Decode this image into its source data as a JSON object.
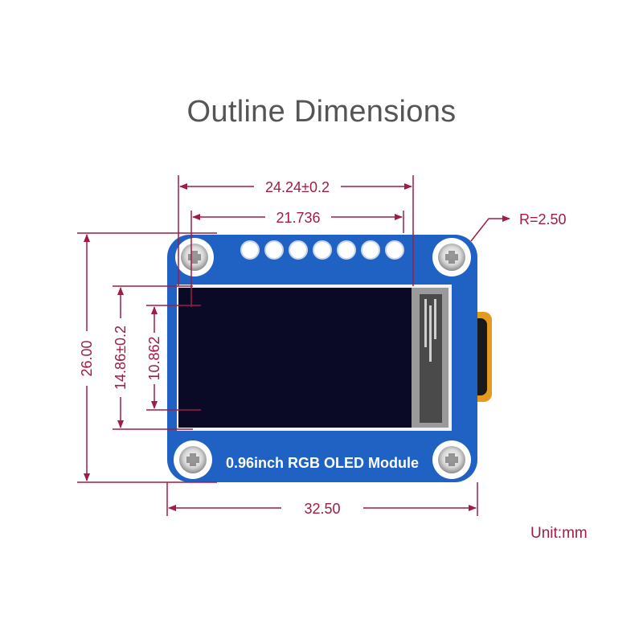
{
  "title": "Outline Dimensions",
  "unit_label": "Unit:mm",
  "module_label": "0.96inch RGB OLED Module",
  "dimensions": {
    "screen_width": "24.24±0.2",
    "active_width": "21.736",
    "corner_radius": "R=2.50",
    "board_height": "26.00",
    "screen_height": "14.86±0.2",
    "active_height": "10.862",
    "board_width": "32.50"
  },
  "colors": {
    "dimension_line": "#a01c44",
    "pcb": "#1f62c4",
    "screen": "#0a0a26",
    "flex_cable": "#e39a1f"
  }
}
